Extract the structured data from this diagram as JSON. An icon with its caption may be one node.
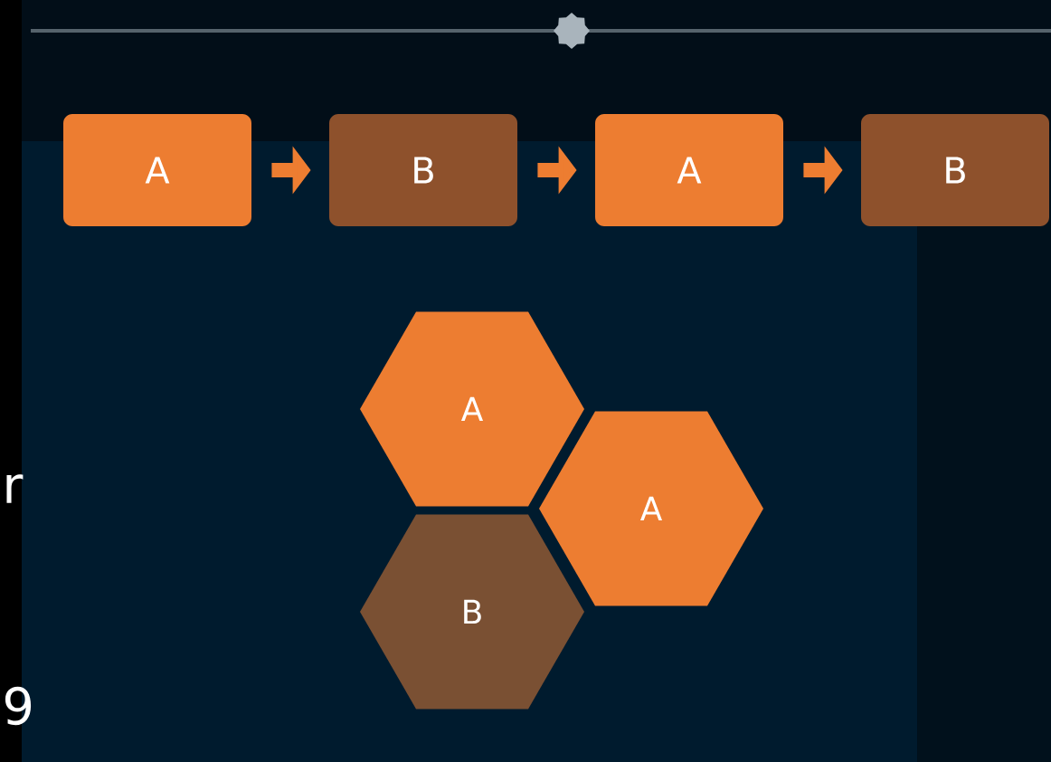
{
  "diagram": {
    "nodes": [
      {
        "text": [
          "A"
        ]
      },
      {
        "text": [
          "B"
        ]
      },
      {
        "text": [
          "A"
        ]
      },
      {
        "text": [
          "B"
        ]
      },
      {
        "text": [
          "A"
        ]
      },
      {
        "text": [
          "A"
        ]
      },
      {
        "text": [
          "B"
        ]
      }
    ],
    "edges": [
      {
        "from": 0,
        "to": 1,
        "arrow": "to"
      },
      {
        "from": 1,
        "to": 2,
        "arrow": "to"
      },
      {
        "from": 2,
        "to": 3,
        "arrow": "to"
      }
    ],
    "labels": [
      "r",
      "9"
    ]
  }
}
